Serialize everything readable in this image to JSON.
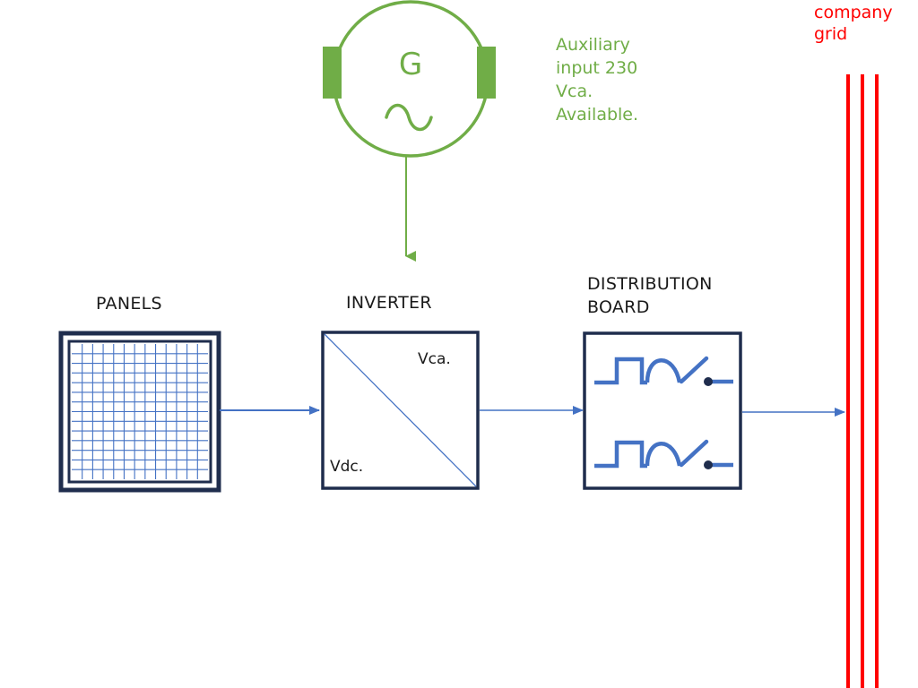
{
  "generator": {
    "symbol": "G",
    "note": "Auxiliary\ninput 230\nVca.\nAvailable.",
    "color": "#70ad47"
  },
  "panels": {
    "title": "PANELS"
  },
  "inverter": {
    "title": "INVERTER",
    "output_label": "Vca.",
    "input_label": "Vdc."
  },
  "distribution_board": {
    "title": "DISTRIBUTION\nBOARD"
  },
  "grid": {
    "label": "company\ngrid",
    "color": "#ff0000"
  },
  "colors": {
    "block_border": "#1f2d4d",
    "connector": "#4472c4",
    "panel_cells": "#4472c4",
    "breaker_symbol": "#4472c4"
  }
}
